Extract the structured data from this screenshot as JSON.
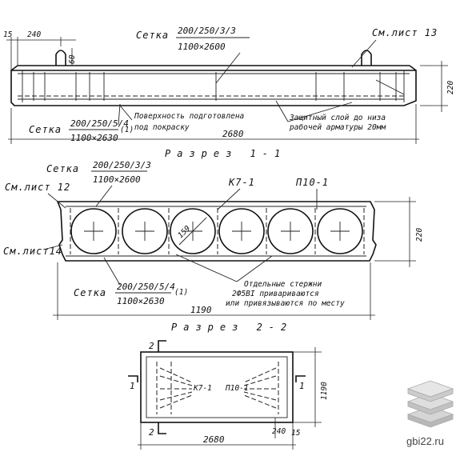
{
  "section1": {
    "title": "Разрез 1-1",
    "dim_15": "15",
    "dim_240": "240",
    "dim_60": "60",
    "dim_220": "220",
    "dim_2680": "2680",
    "mesh_top_label": "Сетка",
    "mesh_top_num": "200/250/3/3",
    "mesh_top_den": "1100×2600",
    "mesh_bottom_label": "Сетка",
    "mesh_bottom_num": "200/250/5/4",
    "mesh_bottom_den": "1100×2630",
    "mesh_bottom_qty": "(1)",
    "sheet13": "См.лист 13",
    "surface_note_1": "Поверхность подготовлена",
    "surface_note_2": "под покраску",
    "cover_note_1": "Защитный слой до низа",
    "cover_note_2": "рабочей арматуры 20мм"
  },
  "section2": {
    "title": "Разрез 2-2",
    "mesh_top_label": "Сетка",
    "mesh_top_num": "200/250/3/3",
    "mesh_top_den": "1100×2600",
    "sheet12": "См.лист 12",
    "sheet14": "См.лист14",
    "k71": "К7-1",
    "p101": "П10-1",
    "dim_159": "159",
    "dim_220": "220",
    "dim_1190": "1190",
    "mesh_bottom_label": "Сетка",
    "mesh_bottom_num": "200/250/5/4",
    "mesh_bottom_den": "1100×2630",
    "mesh_bottom_qty": "(1)",
    "bars_note_1": "Отдельные стержни",
    "bars_note_2": "2Ф5ВI привариваются",
    "bars_note_3": "или привязываются по месту"
  },
  "plan": {
    "cut2_top": "2",
    "cut2_bottom": "2",
    "cut1_left": "1",
    "cut1_right": "1",
    "k71": "К7-1",
    "p101": "П10-1",
    "dim_1190": "1190",
    "dim_2680": "2680",
    "dim_240": "240",
    "dim_15": "15"
  },
  "watermark": {
    "site": "gbi22.ru",
    "logo_icon": "stacked-slabs-icon"
  }
}
